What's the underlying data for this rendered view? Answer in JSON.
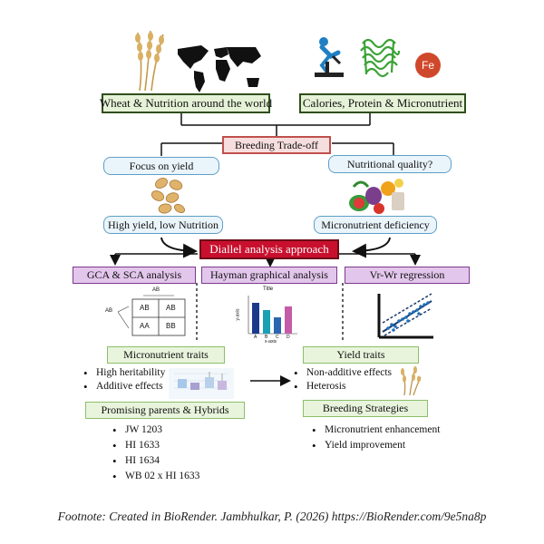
{
  "top": {
    "left_box": "Wheat & Nutrition around the world",
    "right_box": "Calories, Protein & Micronutrient",
    "fe_icon_label": "Fe"
  },
  "tradeoff": {
    "title": "Breeding Trade-off",
    "left_question": "Focus on yield",
    "right_question": "Nutritional quality?",
    "left_outcome": "High yield, low Nutrition",
    "right_outcome": "Micronutrient deficiency"
  },
  "diallel": {
    "title": "Diallel analysis approach",
    "methods": [
      "GCA & SCA analysis",
      "Hayman graphical analysis",
      "Vr-Wr regression"
    ],
    "punnett": {
      "header": "AB",
      "cells": [
        "AB",
        "AB",
        "AA",
        "BB"
      ],
      "side_label": "AB"
    },
    "mini_chart": {
      "title": "Title",
      "xlabel": "x-axis",
      "ylabel": "y-axis",
      "categories": [
        "A",
        "B",
        "C",
        "D"
      ]
    }
  },
  "micronutrient": {
    "title": "Micronutrient traits",
    "points": [
      "High heritability",
      "Additive effects"
    ],
    "promising_title": "Promising parents & Hybrids",
    "genotypes": [
      "JW 1203",
      "HI 1633",
      "HI 1634",
      "WB 02 x HI 1633"
    ]
  },
  "yield": {
    "title": "Yield traits",
    "points": [
      "Non-additive effects",
      "Heterosis"
    ],
    "strategies_title": "Breeding Strategies",
    "strategies": [
      "Micronutrient enhancement",
      "Yield improvement"
    ]
  },
  "footnote": "Footnote: Created in BioRender. Jambhulkar, P. (2026) https://BioRender.com/9e5na8p",
  "colors": {
    "green_border": "#2f4f1c",
    "green_fill": "#e6f2d7",
    "red": "#c8102e",
    "violet_fill": "#e3c6ec",
    "blue_border": "#5f9fc7"
  },
  "icons": [
    "wheat-icon",
    "world-map-icon",
    "cyclist-icon",
    "protein-icon",
    "iron-icon",
    "grain-icon",
    "food-icon",
    "punnett-square-icon",
    "bar-chart-icon",
    "regression-icon",
    "box-plot-icon",
    "wheat-plant-icon"
  ]
}
